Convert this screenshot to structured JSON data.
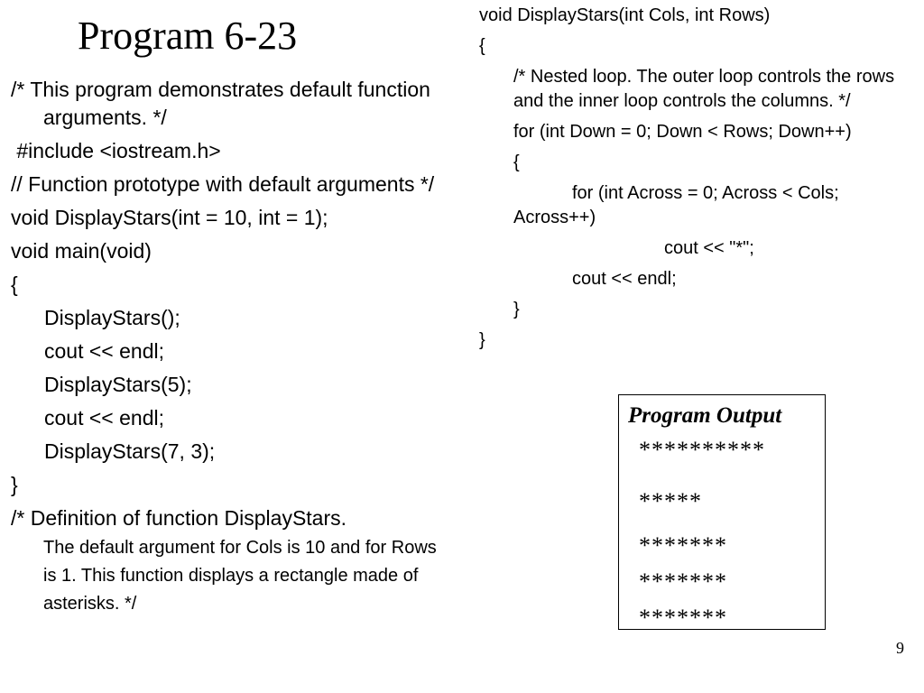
{
  "slide": {
    "title": "Program 6-23",
    "page_number": "9"
  },
  "left_code": [
    "/* This program demonstrates default function arguments. */",
    " #include <iostream.h>",
    "// Function prototype with default arguments */",
    "void DisplayStars(int = 10, int = 1);",
    "void main(void)",
    "{",
    "DisplayStars();",
    "cout << endl;",
    "DisplayStars(5);",
    "cout << endl;",
    "DisplayStars(7, 3);",
    "}",
    "/* Definition of function DisplayStars.",
    "The default argument for Cols is 10 and for Rows is 1. This function displays a rectangle made of asterisks. */"
  ],
  "right_code": [
    "void DisplayStars(int Cols, int Rows)",
    "{",
    "/* Nested loop. The outer loop controls the rows and the inner loop controls the columns. */",
    "for (int Down = 0; Down < Rows; Down++)",
    "{",
    "for (int Across = 0; Across < Cols;",
    "Across++)",
    "cout << \"*\";",
    "cout << endl;",
    "}",
    "}"
  ],
  "output": {
    "header": "Program Output",
    "lines": [
      "**********",
      "*****",
      "*******",
      "*******",
      "*******"
    ]
  }
}
